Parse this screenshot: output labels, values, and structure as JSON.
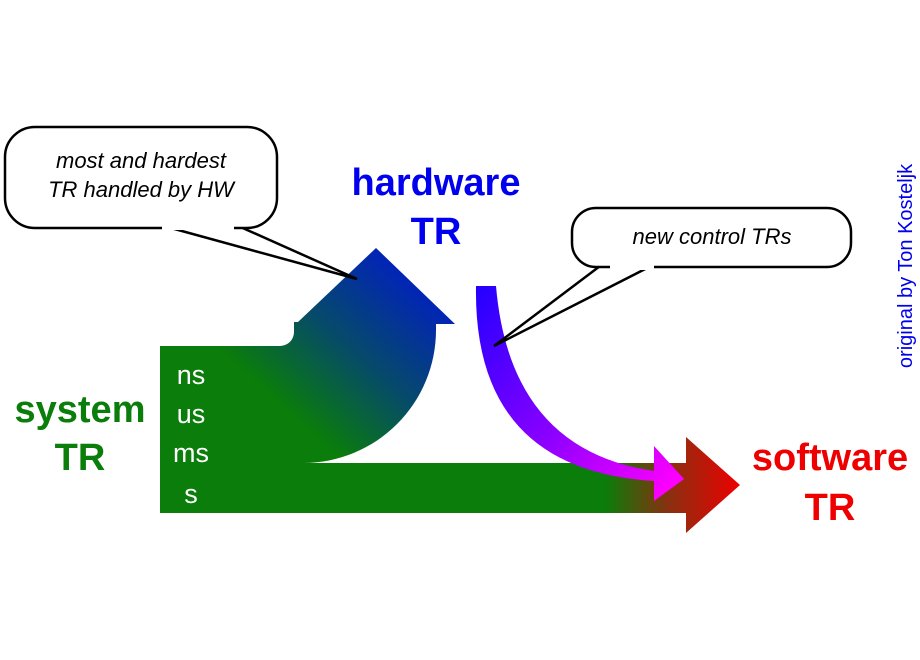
{
  "colors": {
    "system": "#0a7d0a",
    "hardware": "#0000ee",
    "software": "#ee0000",
    "hw_arrow_top": "#0018d0",
    "hw_arrow_bottom": "#0a6a10",
    "control_start": "#2200ff",
    "control_end": "#ff00ff"
  },
  "labels": {
    "system": [
      "system",
      "TR"
    ],
    "hardware": [
      "hardware",
      "TR"
    ],
    "software": [
      "software",
      "TR"
    ]
  },
  "timescales": [
    "ns",
    "us",
    "ms",
    "s"
  ],
  "callouts": {
    "hardware_note": [
      "most and hardest",
      "TR handled by HW"
    ],
    "control_note": "new control TRs"
  },
  "credit": "original by Ton Kosteljk"
}
